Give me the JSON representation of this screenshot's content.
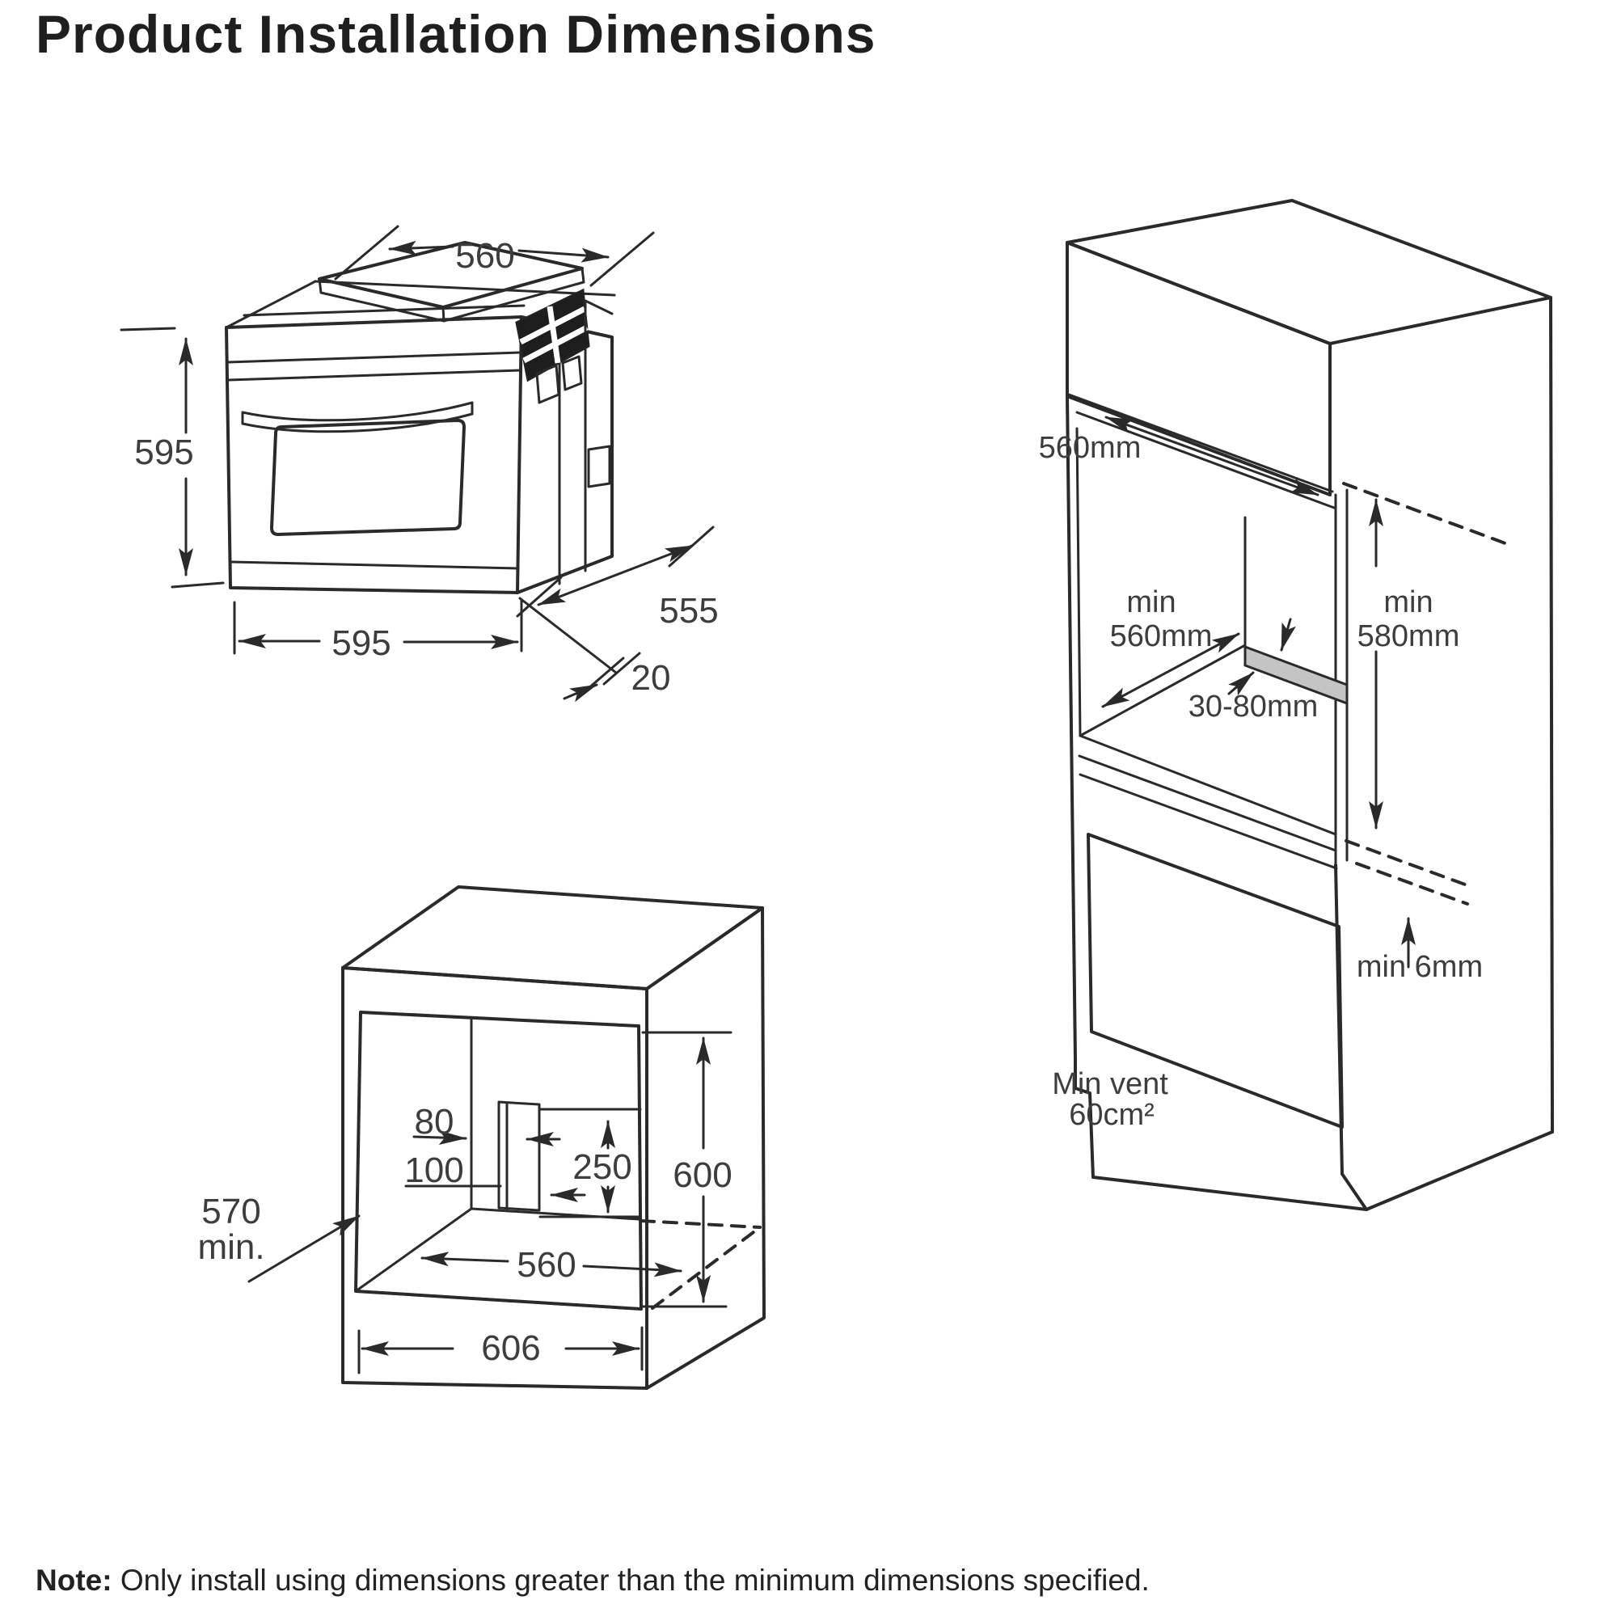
{
  "title": "Product Installation Dimensions",
  "note": {
    "label": "Note:",
    "text": " Only install using dimensions greater than the minimum dimensions specified."
  },
  "oven": {
    "top_width": "560",
    "height": "595",
    "bottom_width": "595",
    "depth": "555",
    "door_gap": "20"
  },
  "cutout": {
    "rail_offset_top": "80",
    "rail_offset_bottom": "100",
    "rail_height": "250",
    "niche_height": "600",
    "depth_line1": "570",
    "depth_line2": "min.",
    "niche_width": "560",
    "overall_width": "606"
  },
  "tall": {
    "niche_width": "560mm",
    "depth_min_line1": "min",
    "depth_min_line2": "560mm",
    "height_min_line1": "min",
    "height_min_line2": "580mm",
    "spacer": "30-80mm",
    "rear_gap": "min 6mm",
    "vent_line1": "Min vent",
    "vent_line2": "60cm²"
  }
}
